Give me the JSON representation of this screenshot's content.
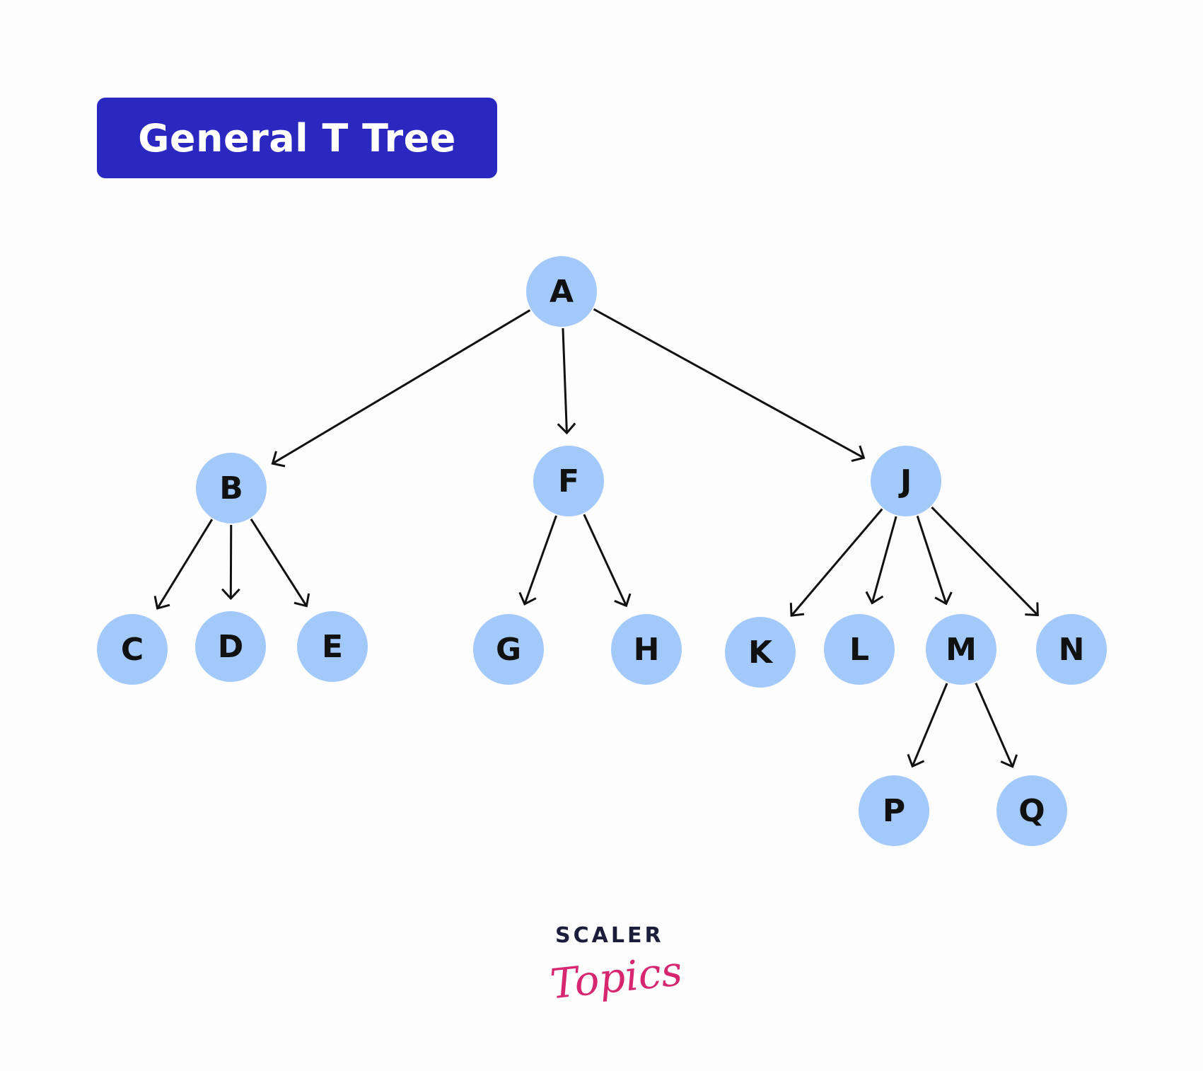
{
  "title": "General T Tree",
  "colors": {
    "title_bg": "#2a28c1",
    "node_fill": "#a3c9fb",
    "edge": "#111111",
    "logo_dark": "#1b1d3a",
    "logo_pink": "#d6266f"
  },
  "nodes": [
    {
      "id": "A",
      "label": "A"
    },
    {
      "id": "B",
      "label": "B"
    },
    {
      "id": "F",
      "label": "F"
    },
    {
      "id": "J",
      "label": "J"
    },
    {
      "id": "C",
      "label": "C"
    },
    {
      "id": "D",
      "label": "D"
    },
    {
      "id": "E",
      "label": "E"
    },
    {
      "id": "G",
      "label": "G"
    },
    {
      "id": "H",
      "label": "H"
    },
    {
      "id": "K",
      "label": "K"
    },
    {
      "id": "L",
      "label": "L"
    },
    {
      "id": "M",
      "label": "M"
    },
    {
      "id": "N",
      "label": "N"
    },
    {
      "id": "P",
      "label": "P"
    },
    {
      "id": "Q",
      "label": "Q"
    }
  ],
  "edges": [
    {
      "from": "A",
      "to": "B"
    },
    {
      "from": "A",
      "to": "F"
    },
    {
      "from": "A",
      "to": "J"
    },
    {
      "from": "B",
      "to": "C"
    },
    {
      "from": "B",
      "to": "D"
    },
    {
      "from": "B",
      "to": "E"
    },
    {
      "from": "F",
      "to": "G"
    },
    {
      "from": "F",
      "to": "H"
    },
    {
      "from": "J",
      "to": "K"
    },
    {
      "from": "J",
      "to": "L"
    },
    {
      "from": "J",
      "to": "M"
    },
    {
      "from": "J",
      "to": "N"
    },
    {
      "from": "M",
      "to": "P"
    },
    {
      "from": "M",
      "to": "Q"
    }
  ],
  "logo": {
    "line1": "SCALER",
    "line2": "Topics"
  }
}
